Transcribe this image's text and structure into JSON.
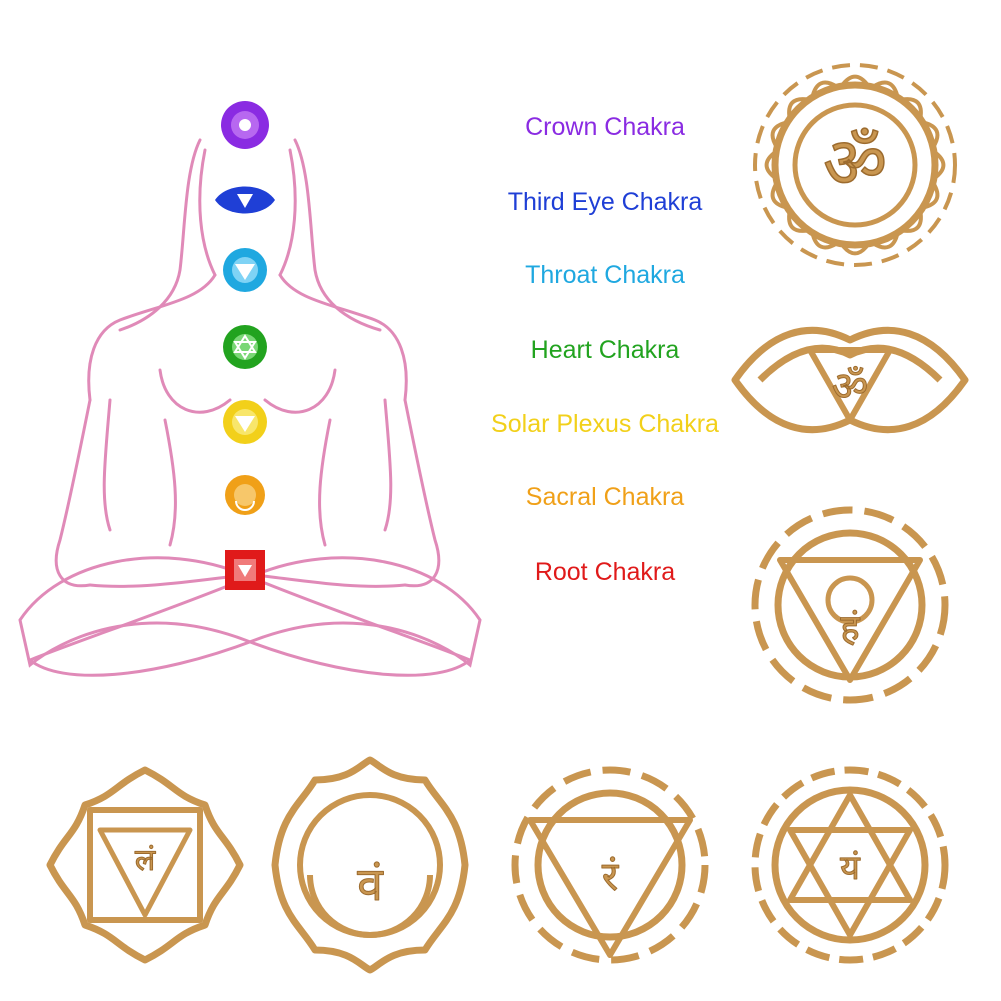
{
  "labels": [
    {
      "text": "Crown Chakra",
      "color": "#8a2be2"
    },
    {
      "text": "Third Eye Chakra",
      "color": "#1f3fd6"
    },
    {
      "text": "Throat Chakra",
      "color": "#1fa8e0"
    },
    {
      "text": "Heart Chakra",
      "color": "#22a31f"
    },
    {
      "text": "Solar Plexus Chakra",
      "color": "#f2d01a"
    },
    {
      "text": "Sacral Chakra",
      "color": "#f0a018"
    },
    {
      "text": "Root Chakra",
      "color": "#e01a1a"
    }
  ],
  "colors": {
    "outline": "#e08ab8",
    "wood": "#c99650",
    "wood_edge": "#9c6b2e"
  },
  "wood_symbols": {
    "crown": "ॐ",
    "third_eye": "ॐ",
    "throat": "हं",
    "heart": "यं",
    "solar": "रं",
    "sacral": "वं",
    "root": "लं"
  }
}
